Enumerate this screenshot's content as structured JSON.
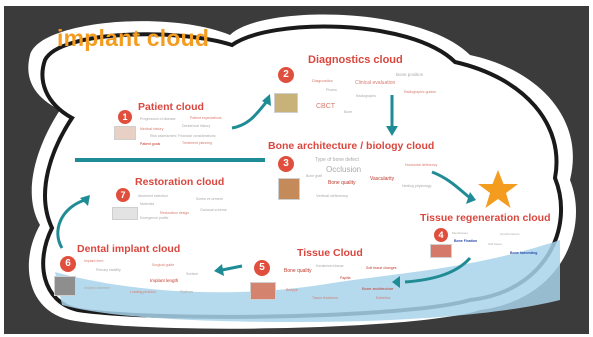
{
  "title": "implant cloud",
  "nodes": {
    "patient": {
      "number": "1",
      "title": "Patient cloud",
      "words": [
        "Progression of disease",
        "Patient expectations",
        "Medical history",
        "Dental/oral history",
        "Patient goals",
        "Financial considerations",
        "Risk assessment",
        "Treatment planning"
      ]
    },
    "diagnostics": {
      "number": "2",
      "title": "Diagnostics cloud",
      "words": [
        "Diagnostics",
        "Bone position",
        "Clinical evaluation",
        "Photos",
        "Radiographs",
        "Radiographic guides",
        "CBCT",
        "Bone"
      ]
    },
    "bone": {
      "number": "3",
      "title": "Bone architecture / biology cloud",
      "words": [
        "Type of bone defect",
        "Occlusion",
        "Bone quality",
        "Vascularity",
        "Horizontal deficiency",
        "Healing physiology",
        "Vertical deficiency",
        "Bone graft"
      ]
    },
    "tissue_regen": {
      "number": "4",
      "title": "Tissue regeneration cloud",
      "words": [
        "Bone Fixation",
        "Bone harvesting",
        "Membranes",
        "Growth factors",
        "Soft tissue"
      ]
    },
    "tissue": {
      "number": "5",
      "title": "Tissue Cloud",
      "words": [
        "Bone quality",
        "Soft tissue changes",
        "Keratinized tissue",
        "Papilla",
        "Bone architecture",
        "Esthetics",
        "Biotype",
        "Tissue thickness"
      ]
    },
    "dental_implant": {
      "number": "6",
      "title": "Dental implant cloud",
      "words": [
        "Implant form",
        "Surgical guide",
        "Primary stability",
        "Implant length",
        "Implant diameter",
        "Loading protocol",
        "Platform",
        "Surface"
      ]
    },
    "restoration": {
      "number": "7",
      "title": "Restoration cloud",
      "words": [
        "Abutment selection",
        "Screw vs cement",
        "Restoration design",
        "Materials",
        "Occlusal scheme",
        "Emergence profile"
      ]
    }
  },
  "colors": {
    "background": "#3a3a3a",
    "cloud": "#ffffff",
    "teal": "#1f8c95",
    "accent_title": "#f39c1f",
    "node_title": "#d9473f",
    "water": "#a9d3ea",
    "star": "#f39c1f"
  }
}
